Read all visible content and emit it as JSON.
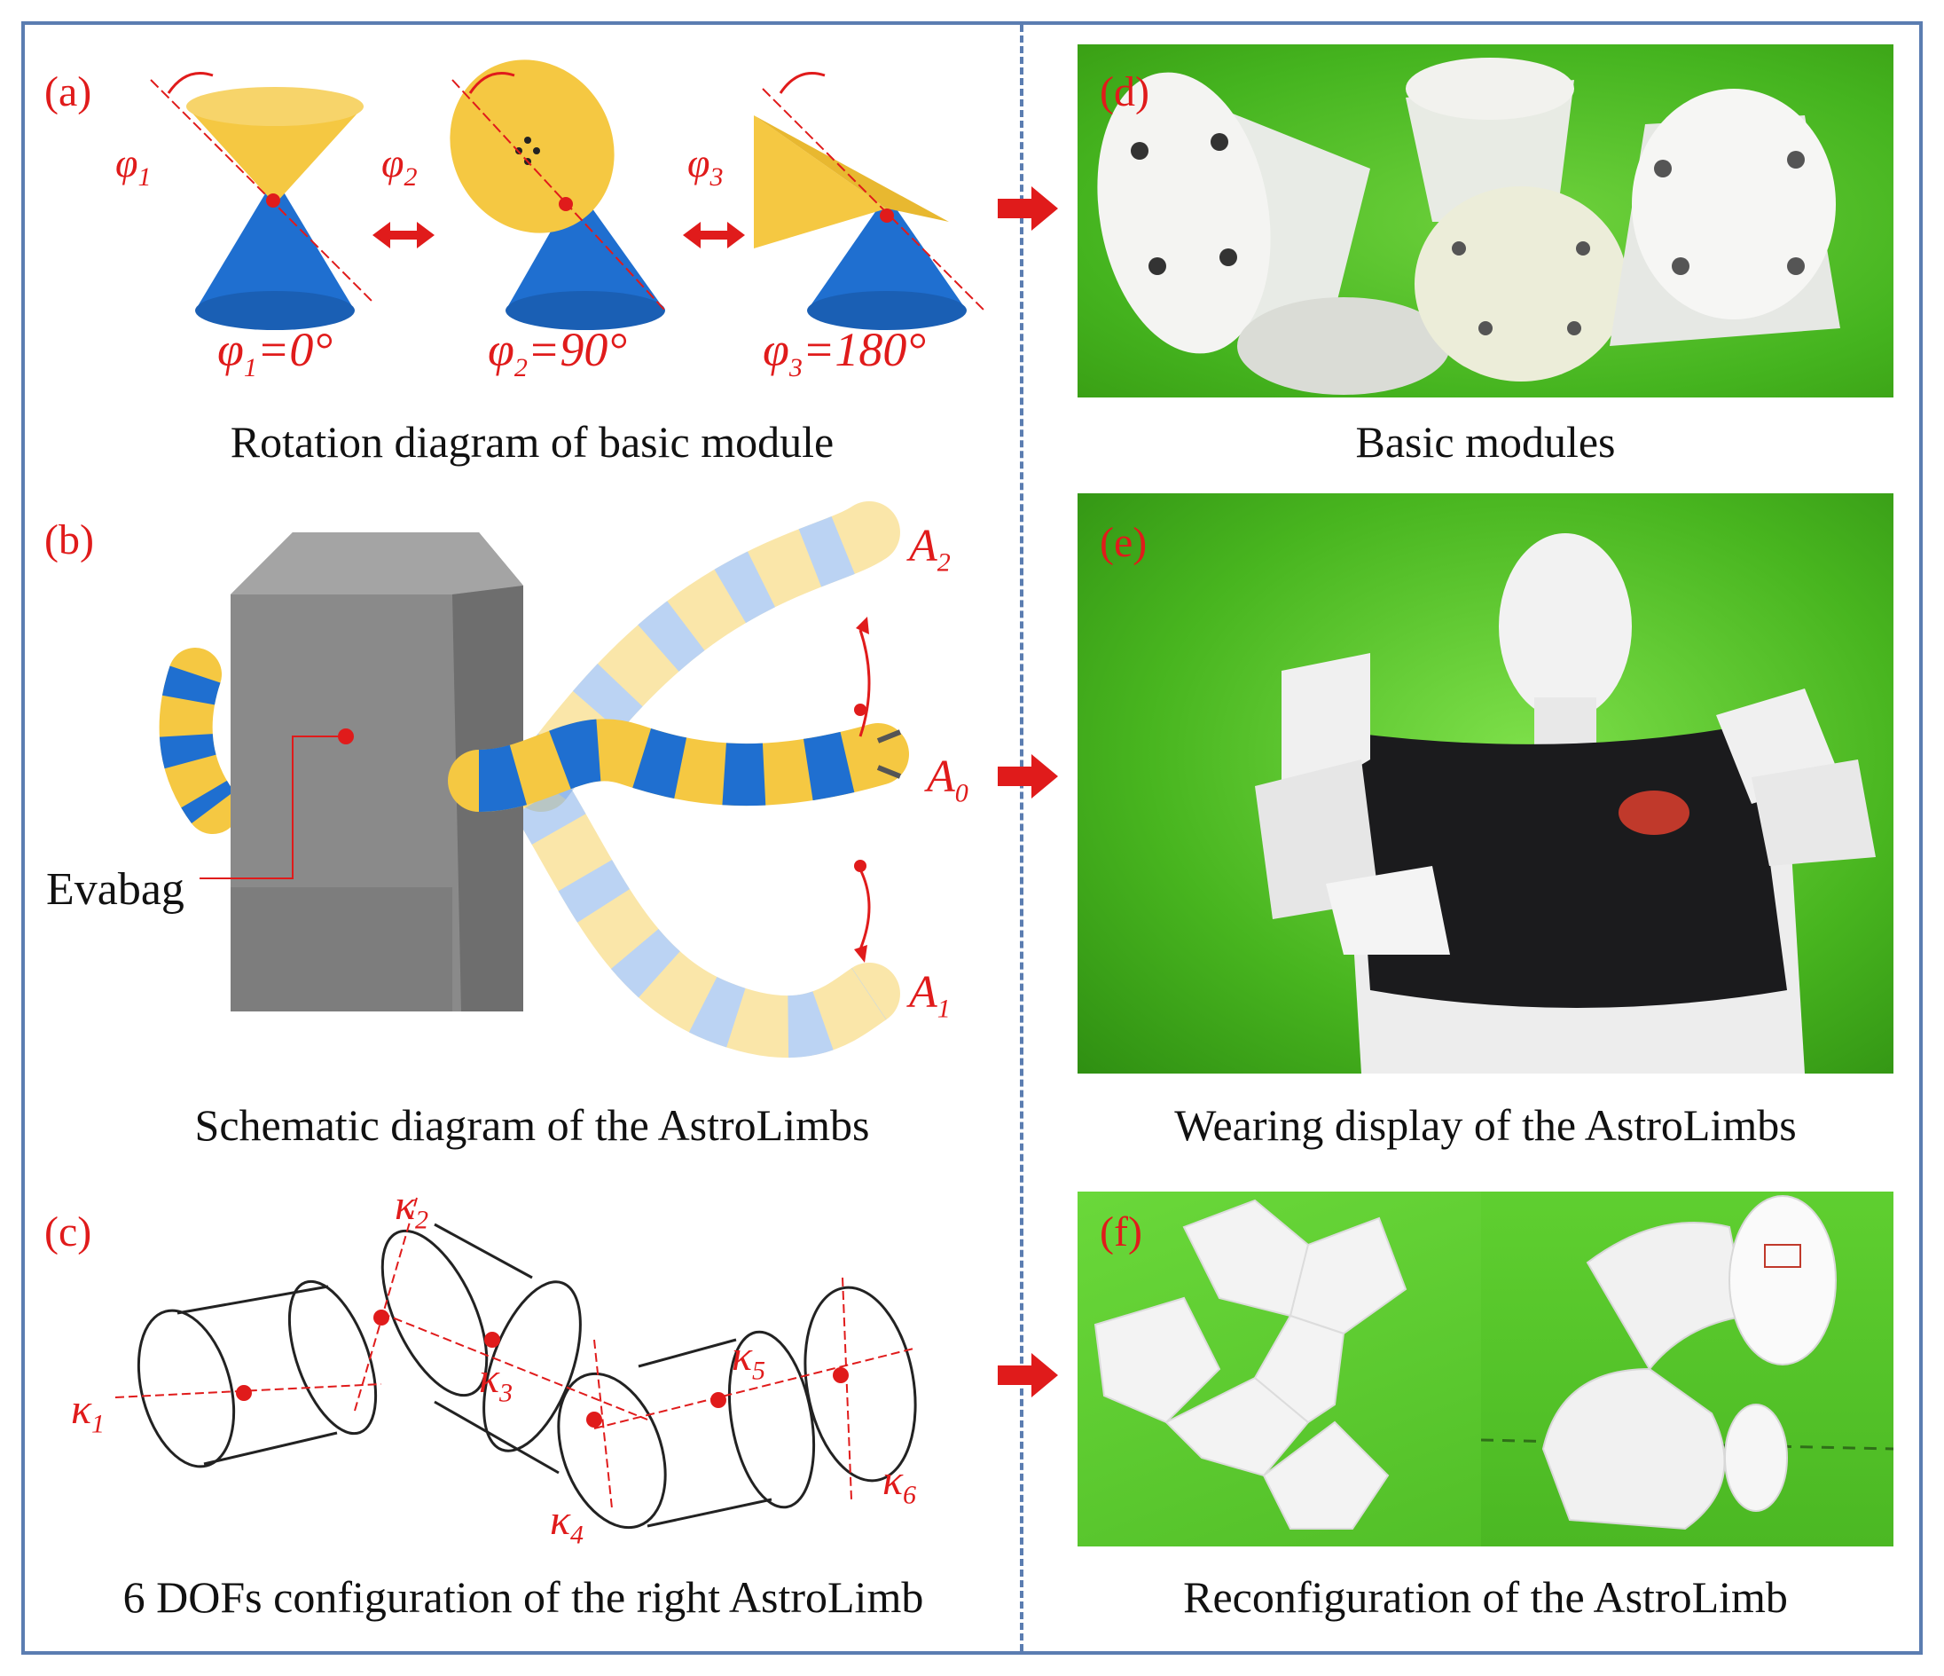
{
  "panels": {
    "a": {
      "label": "(a)",
      "caption": "Rotation diagram of basic module",
      "phi1": "φ",
      "phi1_sub": "1",
      "phi2": "φ",
      "phi2_sub": "2",
      "phi3": "φ",
      "phi3_sub": "3",
      "eq1": "=0°",
      "eq2": "=90°",
      "eq3": "=180°"
    },
    "b": {
      "label": "(b)",
      "caption": "Schematic diagram of the AstroLimbs",
      "evabag": "Evabag",
      "A": "A",
      "A2_sub": "2",
      "A0_sub": "0",
      "A1_sub": "1"
    },
    "c": {
      "label": "(c)",
      "caption": "6 DOFs configuration of the right AstroLimb",
      "kappa": "κ",
      "k1": "1",
      "k2": "2",
      "k3": "3",
      "k4": "4",
      "k5": "5",
      "k6": "6"
    },
    "d": {
      "label": "(d)",
      "caption": "Basic modules"
    },
    "e": {
      "label": "(e)",
      "caption": "Wearing display of the AstroLimbs"
    },
    "f": {
      "label": "(f)",
      "caption": "Reconfiguration of the AstroLimb"
    }
  },
  "colors": {
    "accent_red": "#e01b1b",
    "frame_blue": "#5b7db1",
    "module_yellow": "#f5c842",
    "module_blue": "#1f6fd0",
    "green_bg": "#4fbf2a",
    "evabag_gray": "#8a8a8a"
  }
}
